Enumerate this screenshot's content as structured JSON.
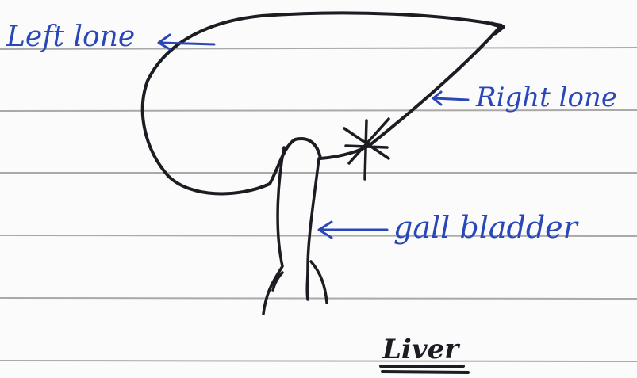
{
  "diagram": {
    "title": "Liver",
    "labels": {
      "left_lobe": "Left lone",
      "right_lobe": "Right lone",
      "gall_bladder": "gall bladder"
    }
  },
  "colors": {
    "ink_blue": "#2a47b8",
    "ink_black": "#1c1c22",
    "ruled_line": "#a9a9a9",
    "paper": "#fbfbfb"
  }
}
